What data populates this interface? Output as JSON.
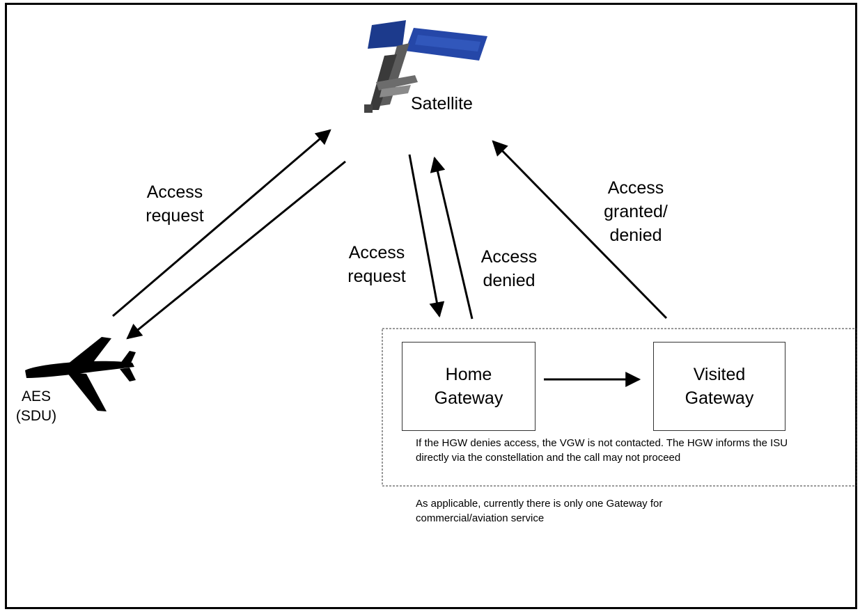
{
  "nodes": {
    "satellite": "Satellite",
    "aes": {
      "line1": "AES",
      "line2": "(SDU)"
    },
    "home_gateway": {
      "line1": "Home",
      "line2": "Gateway"
    },
    "visited_gateway": {
      "line1": "Visited",
      "line2": "Gateway"
    }
  },
  "edge_labels": {
    "aes_to_satellite": {
      "line1": "Access",
      "line2": "request"
    },
    "satellite_to_home": {
      "line1": "Access",
      "line2": "request"
    },
    "home_to_satellite": {
      "line1": "Access",
      "line2": "denied"
    },
    "visited_to_satellite": {
      "line1": "Access",
      "line2": "granted/",
      "line3": "denied"
    }
  },
  "notes": {
    "hgw_denial": "If the HGW denies access, the VGW is not contacted.  The HGW informs the ISU directly via the constellation and the call may not proceed",
    "gateway_availability": "As applicable, currently there is only one Gateway for commercial/aviation service"
  }
}
